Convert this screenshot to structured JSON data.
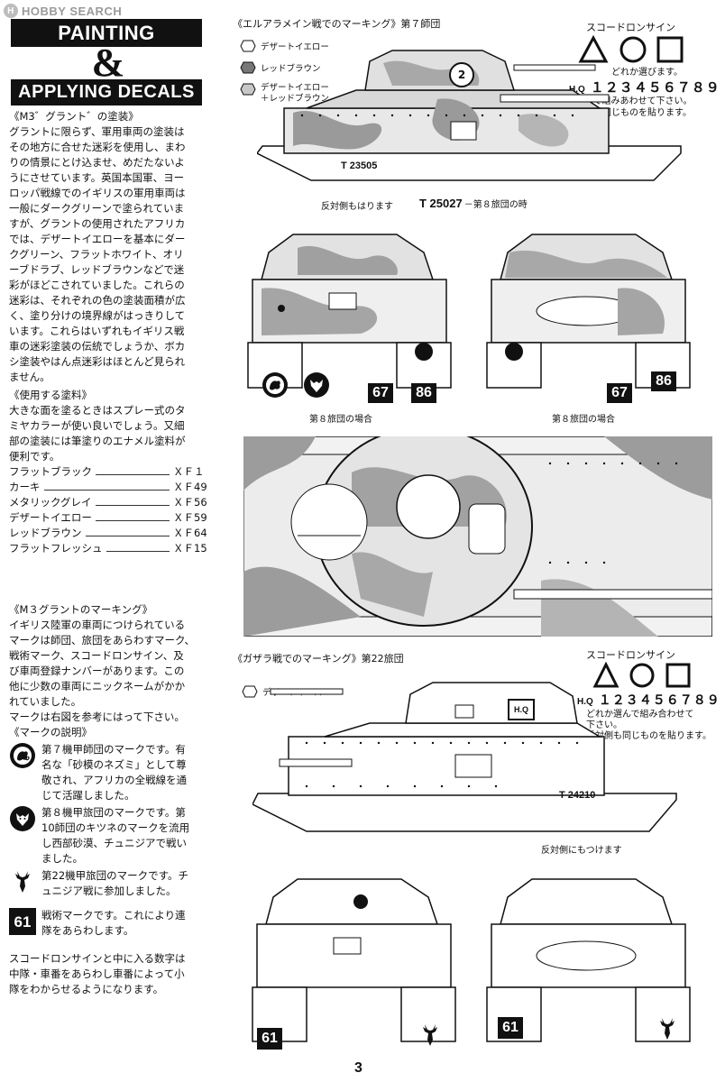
{
  "watermark": {
    "badge": "H",
    "text": "HOBBY SEARCH"
  },
  "header": {
    "line1": "PAINTING",
    "amp": "&",
    "line2": "APPLYING DECALS"
  },
  "painting": {
    "heading": "《M3゛グラント゛の塗装》",
    "lines": [
      "グラントに限らず、軍用車両の塗装は",
      "その地方に合せた迷彩を使用し、まわ",
      "りの情景にとけ込ませ、めだたないよ",
      "うにさせています。英国本国軍、ヨー",
      "ロッパ戦線でのイギリスの軍用車両は",
      "一般にダークグリーンで塗られていま",
      "すが、グラントの使用されたアフリカ",
      "では、デザートイエローを基本にダー",
      "クグリーン、フラットホワイト、オリ",
      "ーブドラブ、レッドブラウンなどで迷",
      "彩がほどこされていました。これらの",
      "迷彩は、それぞれの色の塗装面積が広",
      "く、塗り分けの境界線がはっきりして",
      "います。これらはいずれもイギリス戦",
      "車の迷彩塗装の伝統でしょうか、ボカ",
      "シ塗装やはん点迷彩はほとんど見られ",
      "ません。"
    ]
  },
  "paints": {
    "heading": "《使用する塗料》",
    "lines": [
      "大きな面を塗るときはスプレー式のタ",
      "ミヤカラーが使い良いでしょう。又細",
      "部の塗装には筆塗りのエナメル塗料が",
      "便利です。"
    ],
    "items": [
      {
        "name": "フラットブラック",
        "code": "ＸＦ１"
      },
      {
        "name": "カーキ",
        "code": "ＸＦ49"
      },
      {
        "name": "メタリックグレイ",
        "code": "ＸＦ56"
      },
      {
        "name": "デザートイエロー",
        "code": "ＸＦ59"
      },
      {
        "name": "レッドブラウン",
        "code": "ＸＦ64"
      },
      {
        "name": "フラットフレッシュ",
        "code": "ＸＦ15"
      }
    ]
  },
  "markings": {
    "heading": "《M３グラントのマーキング》",
    "lines": [
      "イギリス陸軍の車両につけられている",
      "マークは師団、旅団をあらわすマーク、",
      "戦術マーク、スコードロンサイン、及",
      "び車両登録ナンバーがあります。この",
      "他に少数の車両にニックネームがかか",
      "れていました。",
      "マークは右図を参考にはって下さい。"
    ],
    "explain_heading": "《マークの説明》",
    "items": [
      {
        "icon": "desert-rat-icon",
        "lines": [
          "第７機甲師団のマークです。有",
          "名な「砂模のネズミ」として尊",
          "敬され、アフリカの全戦線を通",
          "じて活躍しました。"
        ]
      },
      {
        "icon": "fox-icon",
        "lines": [
          "第８機甲旅団のマークです。第",
          "10師団のキツネのマークを流用",
          "し西部砂漠、チュニジアで戦い",
          "ました。"
        ]
      },
      {
        "icon": "stag-icon",
        "lines": [
          "第22機甲旅団のマークです。チ",
          "ュニジア戦に参加しました。"
        ]
      },
      {
        "icon": "tactical-61-icon",
        "badge": "61",
        "lines": [
          "戦術マークです。これにより連",
          "隊をあらわします。"
        ]
      }
    ],
    "footer_lines": [
      "スコードロンサインと中に入る数字は",
      "中隊・車番をあらわし車番によって小",
      "隊をわからせるようになります。"
    ]
  },
  "alamein": {
    "title": "《エルアラメイン戦でのマーキング》第７師団",
    "squadron_label": "スコードロンサイン",
    "hq": "H.Q",
    "digits": "１２３４５６７８９",
    "choose": "どれか選びます。",
    "combine": "選んで組みあわせて下さい。",
    "other_side": "反対側も同じものを貼ります。",
    "legend": [
      {
        "label": "デザートイエロー",
        "color": "#ffffff"
      },
      {
        "label": "レッドブラウン",
        "color": "#8c8c8c"
      },
      {
        "label": "デザートイエロー\n＋レッドブラウン",
        "color": "#c8c8c8"
      }
    ],
    "turret_number": "2",
    "reg1": "T 23505",
    "reg2": "T 25027",
    "reg2_note": "－第８旅団の時",
    "both_sides": "反対側もはります",
    "front_caption": "第８旅団の場合",
    "rear_caption": "第８旅団の場合",
    "plate_67": "67",
    "plate_86": "86"
  },
  "gazala": {
    "title": "《ガザラ戦でのマーキング》第22旅団",
    "squadron_label": "スコードロンサイン",
    "legend": "デザートイエロー",
    "hq": "H.Q",
    "digits": "１２３４５６７８９",
    "choose": "どれか選んで組み合わせて",
    "choose2": "下さい。",
    "other_side": "反対側も同じものを貼ります。",
    "turret_hq": "H.Q",
    "reg": "T 24210",
    "both_sides": "反対側にもつけます",
    "plate_61": "61"
  },
  "page_number": "3"
}
